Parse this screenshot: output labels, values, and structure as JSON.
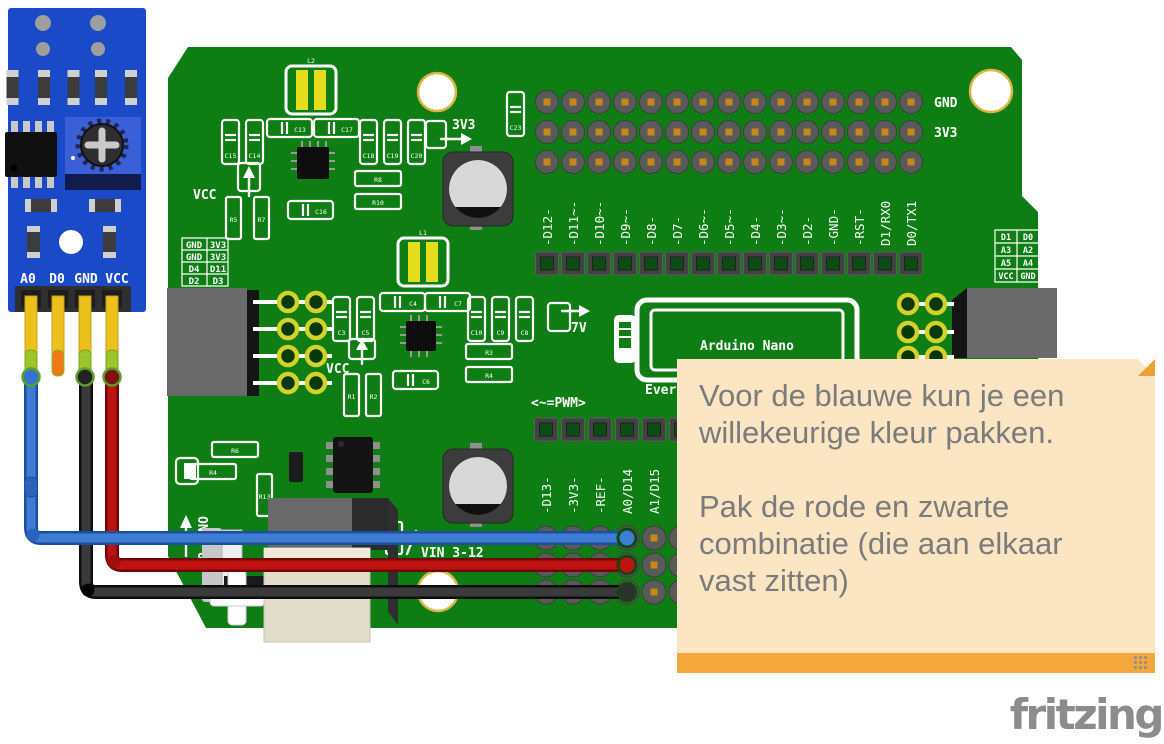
{
  "colors": {
    "board_green": "#0E7D13",
    "module_blue": "#1B4AC8",
    "silkscreen_white": "#FFFFFF",
    "pad_gray": "#5A5A5A",
    "pad_hole_orange": "#C8861B",
    "ring_yellow": "#D2D22A",
    "pin_yellow": "#ECC11D",
    "wire_blue": "#3F7CD6",
    "wire_red": "#C11212",
    "wire_black": "#3A3A3A",
    "note_bg": "#FBE5C3",
    "note_bar": "#F6A73B",
    "note_text": "#7B7B7B",
    "logo_gray": "#8C8C8C"
  },
  "sensor": {
    "pin_labels": [
      "A0",
      "D0",
      "GND",
      "VCC"
    ]
  },
  "board": {
    "title": "Arduino Nano",
    "subtitle": "Every",
    "rail_labels": [
      "GND",
      "3V3"
    ],
    "top_pin_labels": [
      "-D12-",
      "-D11~-",
      "-D10~-",
      "-D9~-",
      "-D8-",
      "-D7-",
      "-D6~-",
      "-D5~-",
      "-D4-",
      "-D3~-",
      "-D2-",
      "-GND-",
      "-RST-",
      "D1/RX0",
      "D0/TX1"
    ],
    "bottom_pin_labels": [
      "-D13-",
      "-3V3-",
      "-REF-",
      "A0/D14",
      "A1/D15"
    ],
    "pwm_label": "<~=PWM>",
    "vin_label": "VIN 3-12",
    "v7_label": "7V",
    "v33_label": "3V3",
    "vcc_label": "VCC",
    "on_label": "ON",
    "off_label": "OFF",
    "left_table": [
      [
        "GND",
        "3V3"
      ],
      [
        "GND",
        "3V3"
      ],
      [
        "D4",
        "D11"
      ],
      [
        "D2",
        "D3"
      ]
    ],
    "right_table": [
      [
        "D1",
        "D0"
      ],
      [
        "A3",
        "A2"
      ],
      [
        "A5",
        "A4"
      ],
      [
        "VCC",
        "GND"
      ]
    ],
    "components": {
      "caps_v": [
        "C15",
        "C14",
        "C18",
        "C19",
        "C20",
        "C23",
        "C3",
        "C5",
        "C10",
        "C9",
        "C8"
      ],
      "caps_h": [
        "C13",
        "C17",
        "C16",
        "C4",
        "C7",
        "C6"
      ],
      "res_h": [
        "R8",
        "R10",
        "R6",
        "R4",
        "R3",
        "R4"
      ],
      "res_v": [
        "R5",
        "R7",
        "R1",
        "R2",
        "R13"
      ],
      "inductors": [
        "L2",
        "L1"
      ]
    }
  },
  "note": {
    "lines": [
      "Voor de blauwe kun je een",
      "willekeurige kleur pakken.",
      "",
      "Pak de rode en zwarte",
      "combinatie (die aan elkaar",
      "vast zitten)"
    ]
  },
  "logo": "fritzing"
}
